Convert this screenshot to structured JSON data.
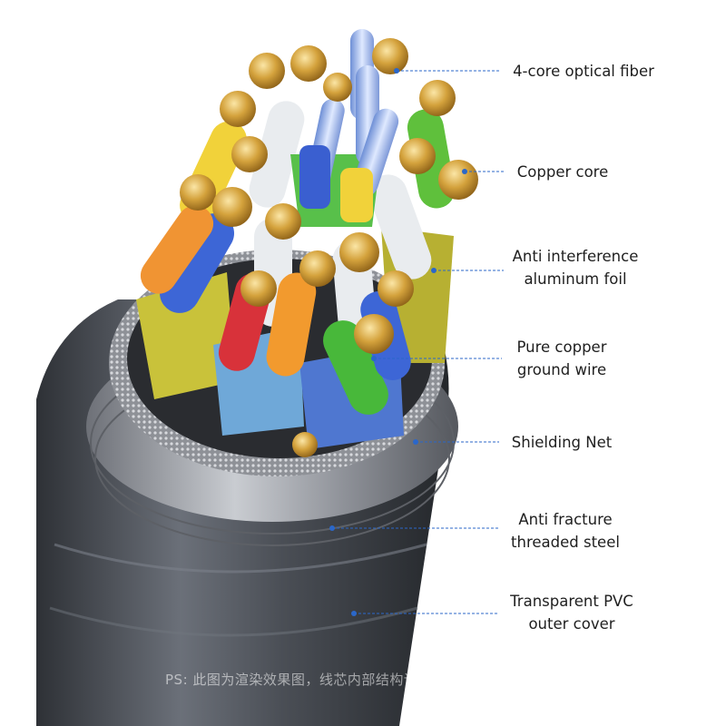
{
  "labels": [
    {
      "lines": [
        "4-core optical fiber"
      ]
    },
    {
      "lines": [
        "Copper core"
      ]
    },
    {
      "lines": [
        "Anti interference",
        "aluminum foil"
      ]
    },
    {
      "lines": [
        "Pure copper",
        "ground wire"
      ]
    },
    {
      "lines": [
        "Shielding Net"
      ]
    },
    {
      "lines": [
        "Anti fracture",
        "threaded steel"
      ]
    },
    {
      "lines": [
        "Transparent PVC",
        "outer cover"
      ]
    }
  ],
  "caption": "PS: 此图为渲染效果图，线芯内部结构请以实物为准",
  "colors": {
    "leader": "#2b67c9",
    "jacket": "#4a4e55",
    "copper": "#d4a23c",
    "fiber": "#8fb4f0"
  }
}
